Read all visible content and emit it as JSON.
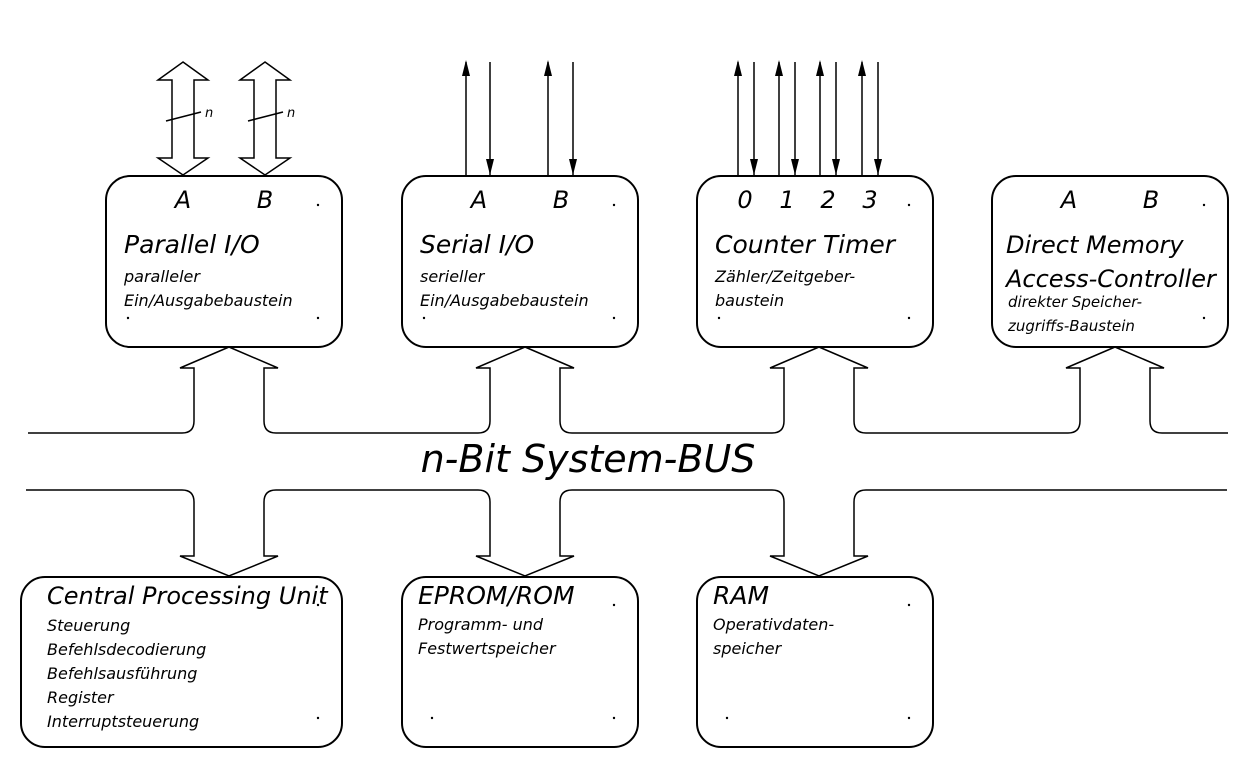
{
  "bus_label": "n-Bit System-BUS",
  "bus_width_label": "n",
  "modules": [
    {
      "id": "parallel-io",
      "title": [
        "Parallel I/O"
      ],
      "desc": [
        "paralleler",
        "Ein/Ausgabebaustein"
      ],
      "ports": [
        "A",
        "B"
      ]
    },
    {
      "id": "serial-io",
      "title": [
        "Serial I/O"
      ],
      "desc": [
        "serieller",
        "Ein/Ausgabebaustein"
      ],
      "ports": [
        "A",
        "B"
      ]
    },
    {
      "id": "counter-timer",
      "title": [
        "Counter Timer"
      ],
      "desc": [
        "Zähler/Zeitgeber-",
        "baustein"
      ],
      "ports": [
        "0",
        "1",
        "2",
        "3"
      ]
    },
    {
      "id": "dma-controller",
      "title": [
        "Direct Memory",
        "Access-Controller"
      ],
      "desc": [
        "direkter Speicher-",
        "zugriffs-Baustein"
      ],
      "ports": [
        "A",
        "B"
      ]
    },
    {
      "id": "cpu",
      "title": [
        "Central Processing Unit"
      ],
      "desc": [
        "Steuerung",
        "Befehlsdecodierung",
        "Befehlsausführung",
        "Register",
        "Interruptsteuerung"
      ],
      "ports": []
    },
    {
      "id": "eprom-rom",
      "title": [
        "EPROM/ROM"
      ],
      "desc": [
        "Programm- und",
        "Festwertspeicher"
      ],
      "ports": []
    },
    {
      "id": "ram",
      "title": [
        "RAM"
      ],
      "desc": [
        "Operativdaten-",
        "speicher"
      ],
      "ports": []
    }
  ]
}
